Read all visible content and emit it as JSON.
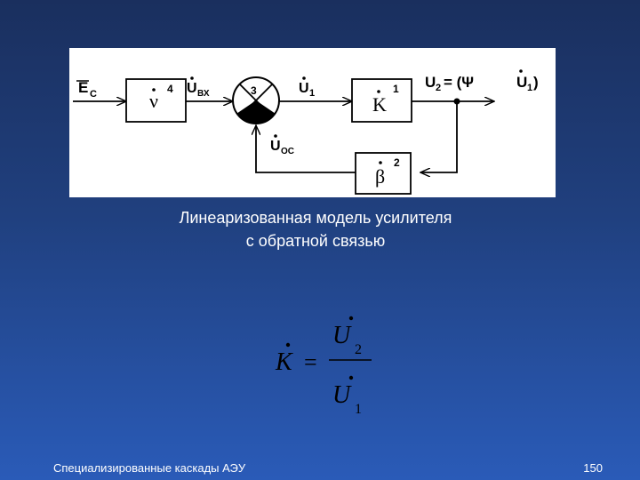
{
  "diagram": {
    "input_label": "E",
    "input_sub": "C",
    "block_nu_symbol": "ν",
    "block_nu_num": "4",
    "u_vx_label": "U",
    "u_vx_sub": "ВХ",
    "summator_num": "3",
    "u1_label": "U",
    "u1_sub": "1",
    "block_k_symbol": "K",
    "block_k_num": "1",
    "output_label": "U",
    "output_sub": "2",
    "output_rest": "= (Ψ",
    "output_u": "U",
    "output_u_sub": "1",
    "output_close": ")",
    "uoc_label": "U",
    "uoc_sub": "OC",
    "block_beta_symbol": "β",
    "block_beta_num": "2"
  },
  "caption": {
    "line1": "Линеаризованная модель усилителя",
    "line2": "с обратной связью"
  },
  "formula": {
    "lhs": "K",
    "eq": "=",
    "num": "U",
    "num_sub": "2",
    "den": "U",
    "den_sub": "1"
  },
  "footer": {
    "left": "Специализированные каскады АЭУ",
    "right": "150"
  }
}
